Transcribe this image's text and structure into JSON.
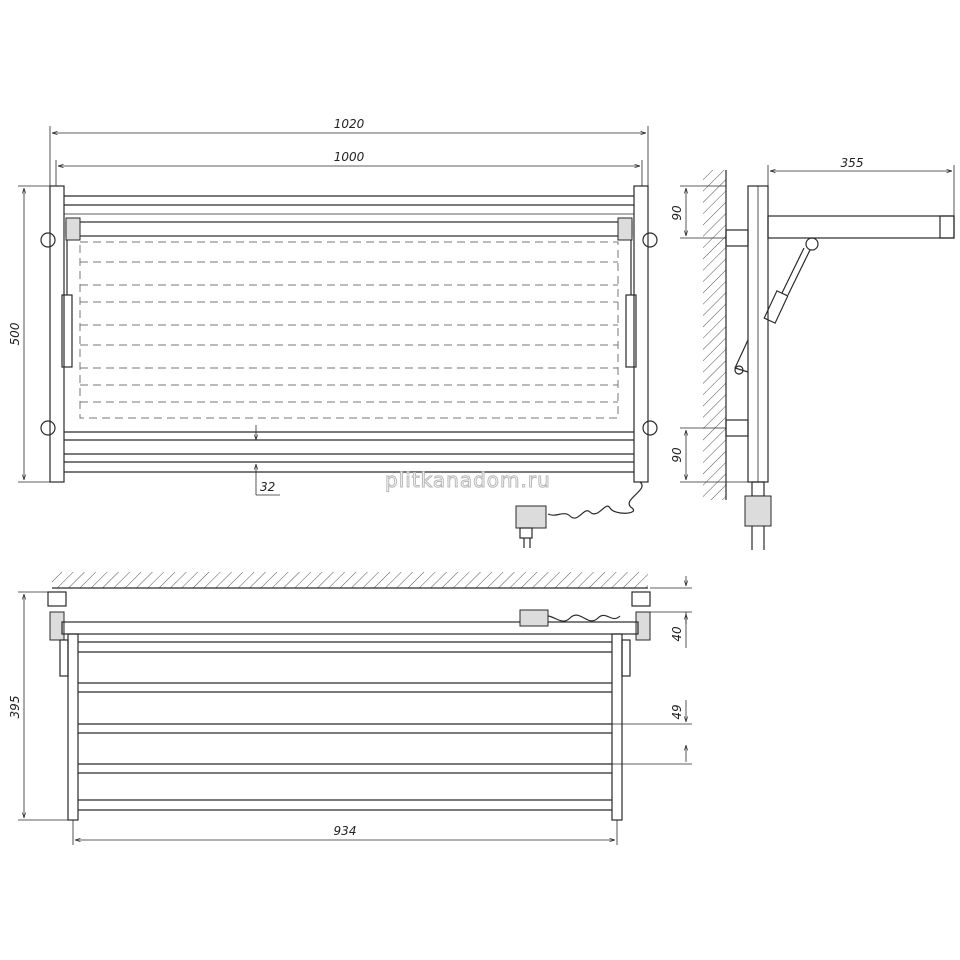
{
  "watermark": "plitkanadom.ru",
  "dimensions": {
    "total_width": "1020",
    "inner_width": "1000",
    "height": "500",
    "bottom_gap": "32",
    "side_depth": "355",
    "bracket_top": "90",
    "bracket_bottom": "90",
    "plan_depth": "395",
    "plan_offset": "40",
    "bar_pitch": "49",
    "bar_length": "934"
  }
}
